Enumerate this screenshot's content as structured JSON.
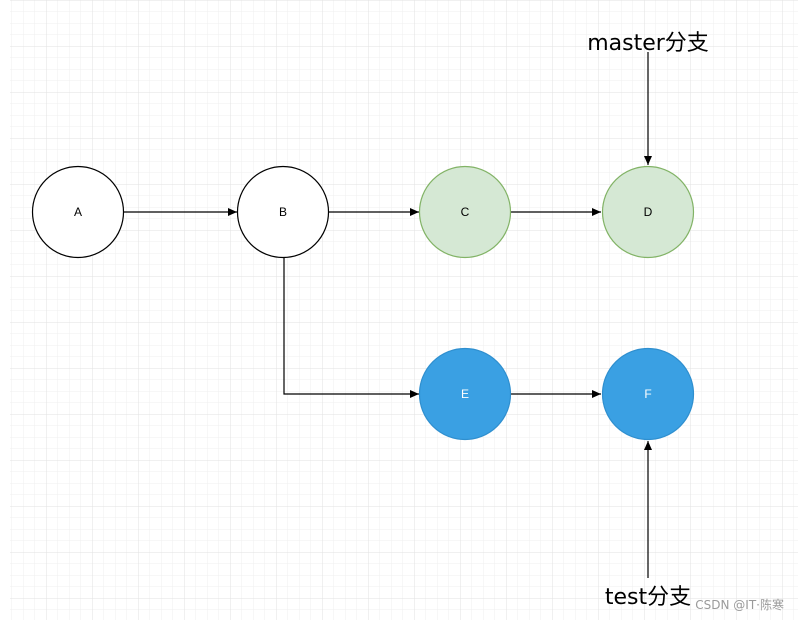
{
  "colors": {
    "background": "#ffffff",
    "grid": "#e8e8e8",
    "edge": "#000000",
    "node_default_fill": "#ffffff",
    "node_default_stroke": "#000000",
    "node_green_fill": "#d5e8d4",
    "node_green_stroke": "#82b366",
    "node_blue_fill": "#3aa0e3",
    "node_blue_stroke": "#2f8fcf",
    "text_default": "#000000",
    "text_on_blue": "#ffffff",
    "watermark": "#9a9a9a"
  },
  "nodes": {
    "a": {
      "label": "A",
      "style": "default"
    },
    "b": {
      "label": "B",
      "style": "default"
    },
    "c": {
      "label": "C",
      "style": "green"
    },
    "d": {
      "label": "D",
      "style": "green"
    },
    "e": {
      "label": "E",
      "style": "blue"
    },
    "f": {
      "label": "F",
      "style": "blue"
    }
  },
  "edges": [
    {
      "from": "A",
      "to": "B"
    },
    {
      "from": "B",
      "to": "C"
    },
    {
      "from": "C",
      "to": "D"
    },
    {
      "from": "B",
      "to": "E"
    },
    {
      "from": "E",
      "to": "F"
    }
  ],
  "branches": {
    "master": {
      "label": "master分支",
      "points_to": "D"
    },
    "test": {
      "label": "test分支",
      "points_to": "F"
    }
  },
  "watermark": "CSDN @IT·陈寒"
}
